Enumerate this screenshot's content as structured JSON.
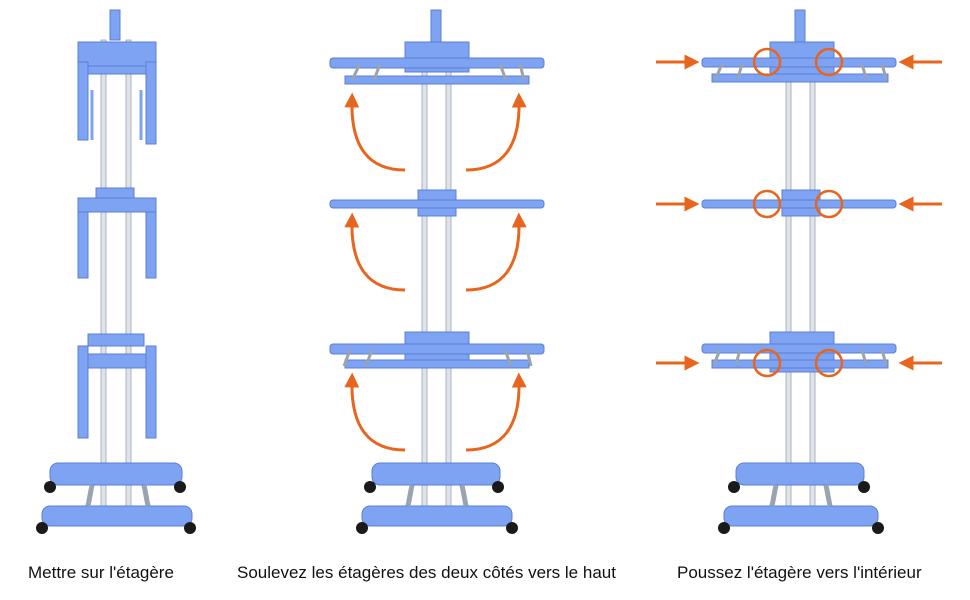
{
  "panels": [
    {
      "id": "folded",
      "caption": "Mettre sur l'étagère"
    },
    {
      "id": "lift",
      "caption": "Soulevez les étagères des deux côtés vers le haut"
    },
    {
      "id": "push",
      "caption": "Poussez l'étagère vers l'intérieur"
    }
  ],
  "colors": {
    "rack_blue": "#7ea3f2",
    "rack_blue_dark": "#5b7fd4",
    "pole_gray": "#dfe3ea",
    "pole_outline": "#9aa3b0",
    "arrow_orange": "#e8651e",
    "wheel_black": "#1a1a1a"
  },
  "icons": {
    "lift_arrow": "curved-up-arrow-icon",
    "push_arrow": "right-arrow-icon",
    "highlight": "circle-highlight-icon"
  }
}
